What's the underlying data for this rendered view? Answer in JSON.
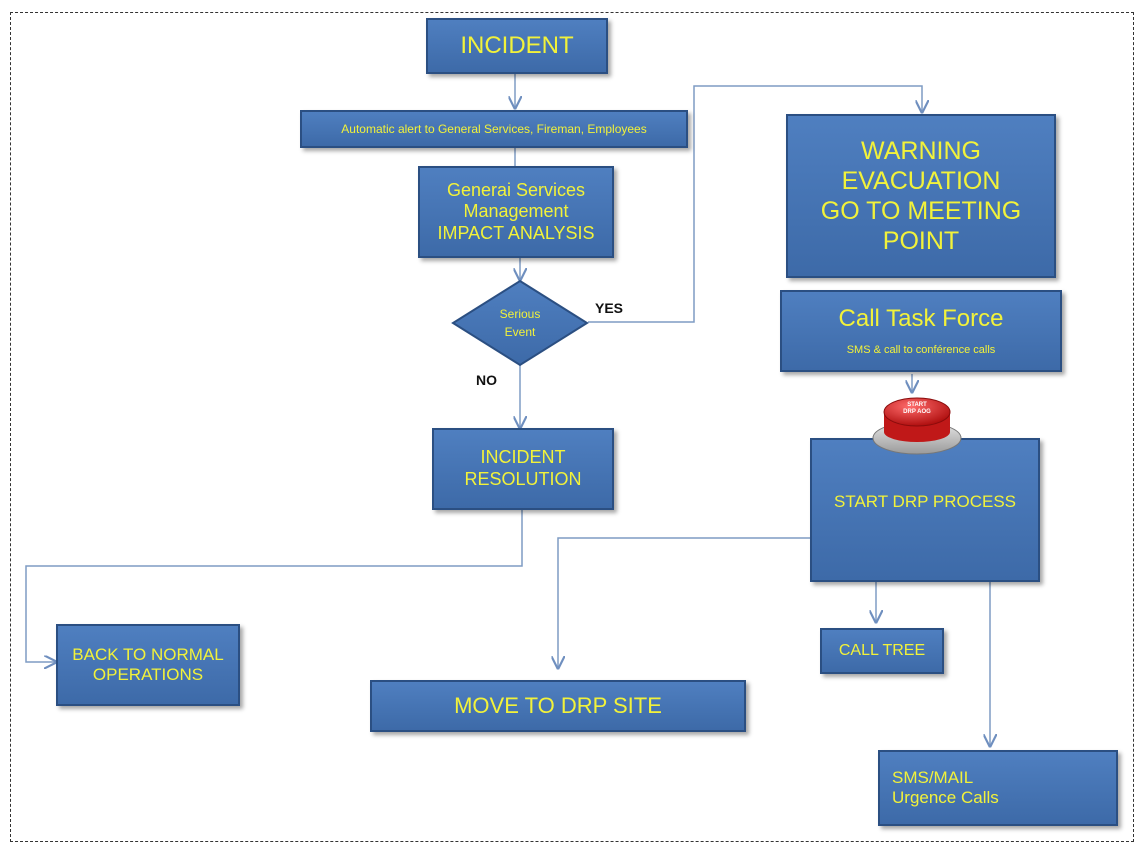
{
  "diagram": {
    "incident": "INCIDENT",
    "alert": "Automatic alert to General Services, Fireman, Employees",
    "gs": [
      "Generai Services",
      "Management",
      "IMPACT ANALYSIS"
    ],
    "decision": [
      "Serious",
      "Event"
    ],
    "yes": "YES",
    "no": "NO",
    "resolution": [
      "INCIDENT",
      "RESOLUTION"
    ],
    "warning": [
      "WARNING",
      "EVACUATION",
      "GO TO MEETING",
      "POINT"
    ],
    "task_force": "Call Task Force",
    "task_force_sub": "SMS & call to conférence calls",
    "start_button": [
      "START",
      "DRP AOG"
    ],
    "drp_process": "START  DRP PROCESS",
    "back_normal": [
      "BACK TO NORMAL",
      "OPERATIONS"
    ],
    "move_drp": "MOVE TO DRP SITE",
    "call_tree": "CALL TREE",
    "sms_mail": [
      "SMS/MAIL",
      "Urgence Calls"
    ]
  },
  "colors": {
    "box_fill": "#4a79bb",
    "box_border": "#2b4f82",
    "box_text": "#f2f23a",
    "connector": "#7f9cc4",
    "button_red": "#d42020"
  }
}
